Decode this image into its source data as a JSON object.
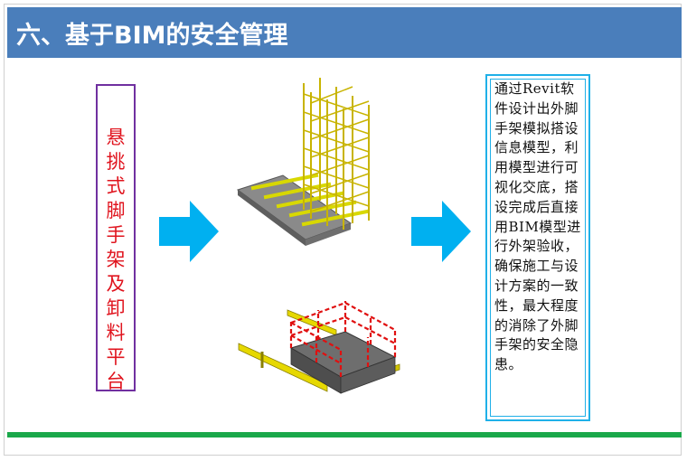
{
  "header": {
    "title": "六、基于BIM的安全管理"
  },
  "topic": {
    "label": "悬挑式脚手架及卸料平台"
  },
  "description": {
    "text": "通过Revit软件设计出外脚手架模拟搭设信息模型，利用模型进行可视化交底，搭设完成后直接用BIM模型进行外架验收，确保施工与设计方案的一致性，最大程度的消除了外脚手架的安全隐患。"
  },
  "colors": {
    "header_bg": "#4a7ebb",
    "topic_border": "#7030a0",
    "topic_text": "#e0141e",
    "arrow": "#00b0f0",
    "desc_border": "#1fb0e8",
    "footer_bar": "#1aa84a"
  },
  "icons": [
    "right-arrow-icon",
    "scaffold-model-illustration",
    "platform-model-illustration"
  ]
}
